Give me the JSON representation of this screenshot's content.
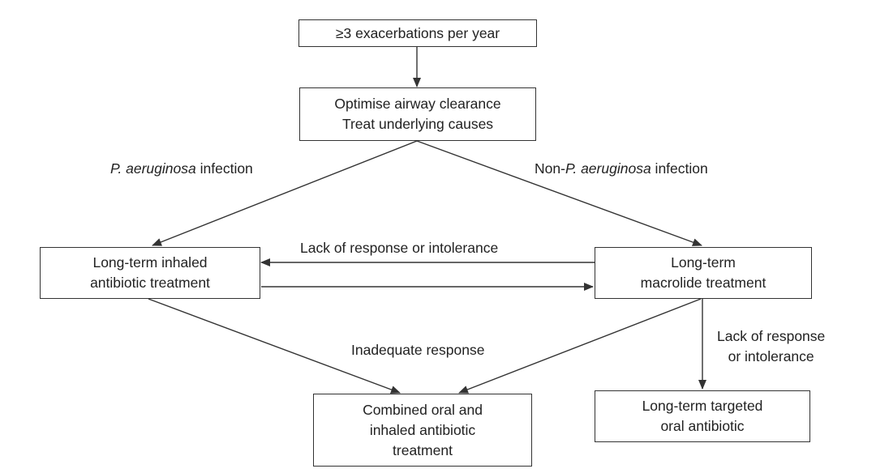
{
  "diagram": {
    "nodes": {
      "exacerbations": {
        "line1": "≥3 exacerbations per year"
      },
      "optimise": {
        "line1": "Optimise airway clearance",
        "line2": "Treat underlying causes"
      },
      "inhaled": {
        "line1": "Long-term inhaled",
        "line2": "antibiotic treatment"
      },
      "macrolide": {
        "line1": "Long-term",
        "line2": "macrolide treatment"
      },
      "combined": {
        "line1": "Combined oral and",
        "line2": "inhaled antibiotic",
        "line3": "treatment"
      },
      "targeted": {
        "line1": "Long-term targeted",
        "line2": "oral antibiotic"
      }
    },
    "edge_labels": {
      "pa_infection": {
        "italic": "P. aeruginosa",
        "rest": " infection"
      },
      "non_pa_infection": {
        "prefix": "Non-",
        "italic": "P. aeruginosa",
        "rest": " infection"
      },
      "lack_response_top": "Lack of response or intolerance",
      "inadequate_response": "Inadequate response",
      "lack_response_right": {
        "line1": "Lack of response",
        "line2": "or intolerance"
      }
    },
    "colors": {
      "line": "#333333",
      "text": "#222222",
      "background": "#ffffff"
    }
  }
}
